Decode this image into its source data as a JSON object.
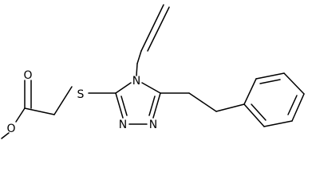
{
  "diagram": {
    "kind": "chemical-structure",
    "line_color": "#000000",
    "background": "#ffffff",
    "atom_labels": {
      "carbonyl_oxygen": "O",
      "ester_oxygen": "O",
      "thioether_sulfur": "S",
      "triazole_n4": "N",
      "triazole_n1": "N",
      "triazole_n2": "N"
    }
  }
}
